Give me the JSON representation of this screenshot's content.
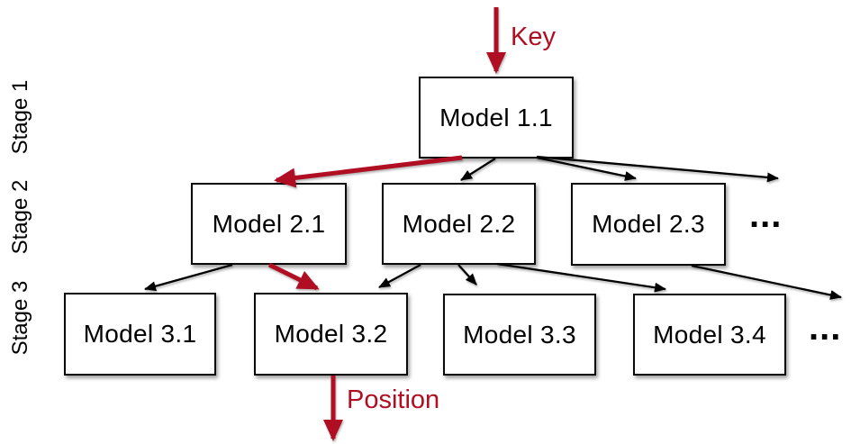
{
  "figure": {
    "type": "tree-diagram",
    "description": "Staged model hierarchy routing a Key down through models to a Position"
  },
  "stages": [
    {
      "label": "Stage 1"
    },
    {
      "label": "Stage 2"
    },
    {
      "label": "Stage 3"
    }
  ],
  "nodes": {
    "model_1_1": "Model 1.1",
    "model_2_1": "Model 2.1",
    "model_2_2": "Model 2.2",
    "model_2_3": "Model 2.3",
    "model_3_1": "Model 3.1",
    "model_3_2": "Model 3.2",
    "model_3_3": "Model 3.3",
    "model_3_4": "Model 3.4",
    "ellipsis_stage2": "...",
    "ellipsis_stage3": "..."
  },
  "annotations": {
    "input_label": "Key",
    "output_label": "Position"
  },
  "edges": {
    "highlighted_path": [
      "Key",
      "Model 1.1",
      "Model 2.1",
      "Model 3.2",
      "Position"
    ],
    "black_edges": [
      {
        "from": "Model 1.1",
        "to": "Model 2.2"
      },
      {
        "from": "Model 1.1",
        "to": "Model 2.3"
      },
      {
        "from": "Model 1.1",
        "to": "more stage-2 models (...)"
      },
      {
        "from": "Model 2.1",
        "to": "Model 3.1"
      },
      {
        "from": "Model 2.2",
        "to": "Model 3.2"
      },
      {
        "from": "Model 2.2",
        "to": "Model 3.3"
      },
      {
        "from": "Model 2.2",
        "to": "Model 3.4"
      },
      {
        "from": "Model 2.3",
        "to": "more stage-3 models (...)"
      }
    ]
  },
  "colors": {
    "highlight_red": "#b00f23",
    "line_black": "#000000",
    "node_fill": "#ffffff",
    "background": "#ffffff"
  }
}
